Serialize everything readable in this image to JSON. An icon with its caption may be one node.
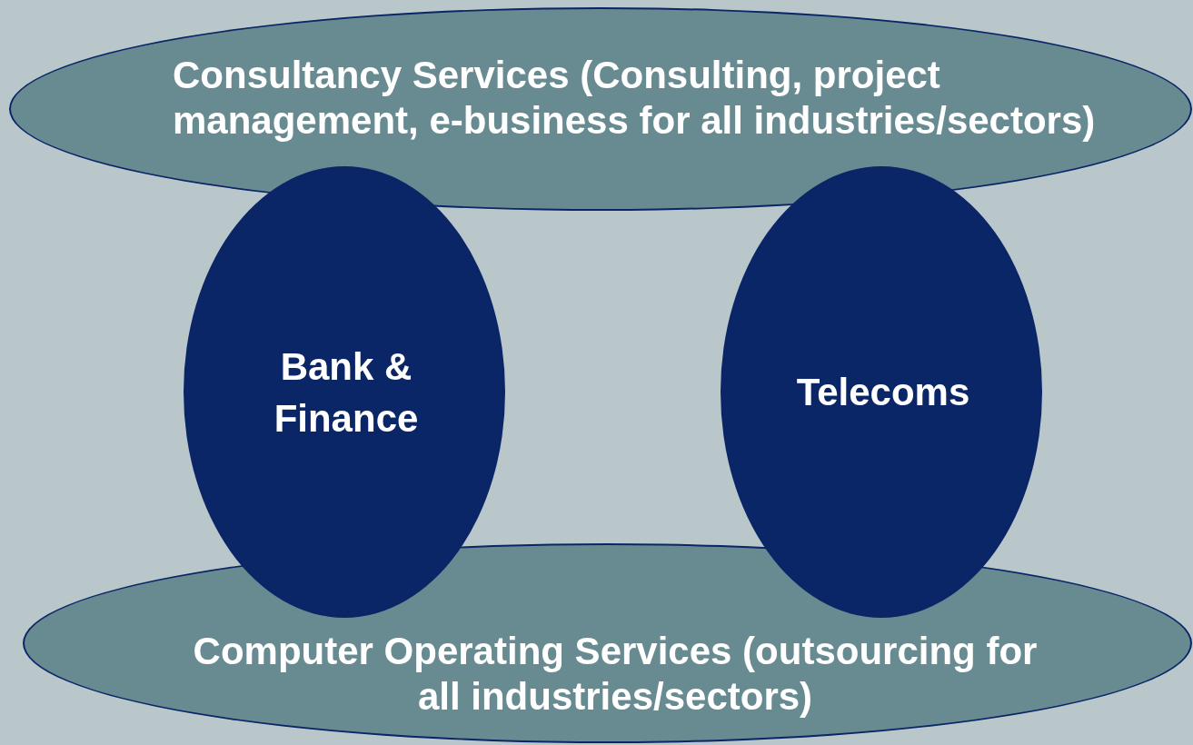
{
  "diagram": {
    "nodes": [
      {
        "text": [
          "Consultancy Services (Consulting, project management, e-business for all industries/sectors)"
        ]
      },
      {
        "text": [
          "Bank & Finance"
        ]
      },
      {
        "text": [
          "Telecoms"
        ]
      },
      {
        "text": [
          "Computer Operating Services (outsourcing for all industries/sectors)"
        ]
      }
    ]
  }
}
